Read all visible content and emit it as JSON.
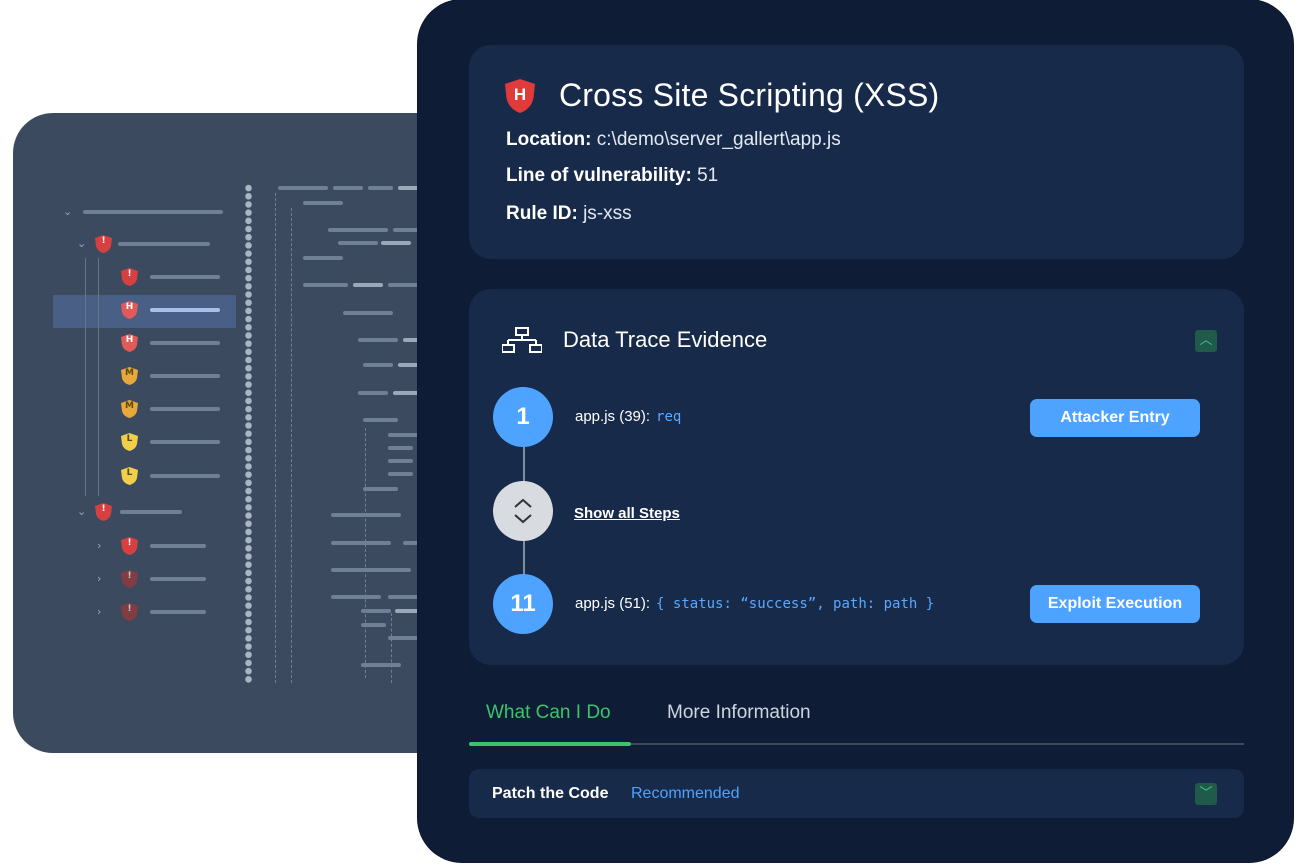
{
  "issue": {
    "severity_badge": "H",
    "title": "Cross Site Scripting (XSS)",
    "location_label": "Location:",
    "location_value": "c:\\demo\\server_gallert\\app.js",
    "line_label": "Line of vulnerability:",
    "line_value": "51",
    "rule_label": "Rule ID:",
    "rule_value": "js-xss"
  },
  "trace": {
    "title": "Data Trace Evidence",
    "steps": [
      {
        "number": "1",
        "file": "app.js (39):",
        "code": "req",
        "action": "Attacker Entry"
      },
      {
        "number": "11",
        "file": "app.js (51):",
        "code": "{ status: “success”, path: path }",
        "action": "Exploit Execution"
      }
    ],
    "show_all": "Show all Steps"
  },
  "tabs": [
    {
      "label": "What Can I Do",
      "active": true
    },
    {
      "label": "More Information",
      "active": false
    }
  ],
  "patch": {
    "title": "Patch the Code",
    "recommended": "Recommended"
  },
  "tree": {
    "badges": [
      "!",
      "!",
      "H",
      "H",
      "M",
      "M",
      "L",
      "L",
      "!",
      "!",
      "!",
      "!"
    ]
  },
  "colors": {
    "high": "#e04040",
    "medium": "#e8a93a",
    "low": "#f2cf4a",
    "accent_blue": "#4da3ff",
    "accent_green": "#3cc46a"
  }
}
